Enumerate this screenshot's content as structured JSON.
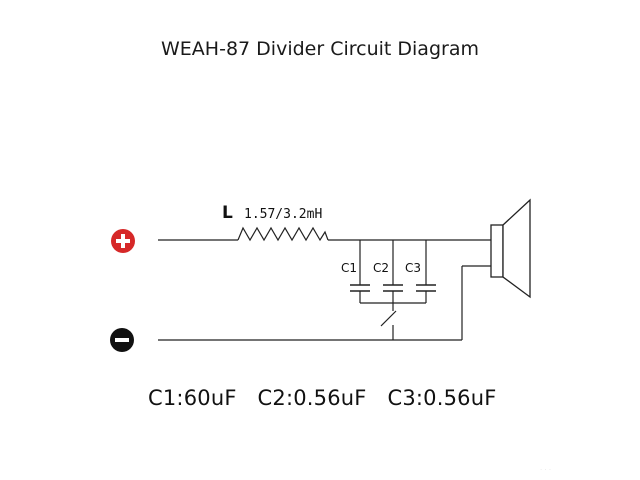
{
  "title": "WEAH-87 Divider Circuit Diagram",
  "inductor": {
    "symbol": "L",
    "value": "1.57/3.2mH"
  },
  "capacitors": [
    {
      "label": "C1",
      "spec": "C1:60uF"
    },
    {
      "label": "C2",
      "spec": "C2:0.56uF"
    },
    {
      "label": "C3",
      "spec": "C3:0.56uF"
    }
  ],
  "terminals": {
    "positive": {
      "icon": "plus-circle-icon",
      "color": "#d62828"
    },
    "negative": {
      "icon": "minus-circle-icon",
      "color": "#111111"
    }
  },
  "speaker_icon": "speaker-icon"
}
